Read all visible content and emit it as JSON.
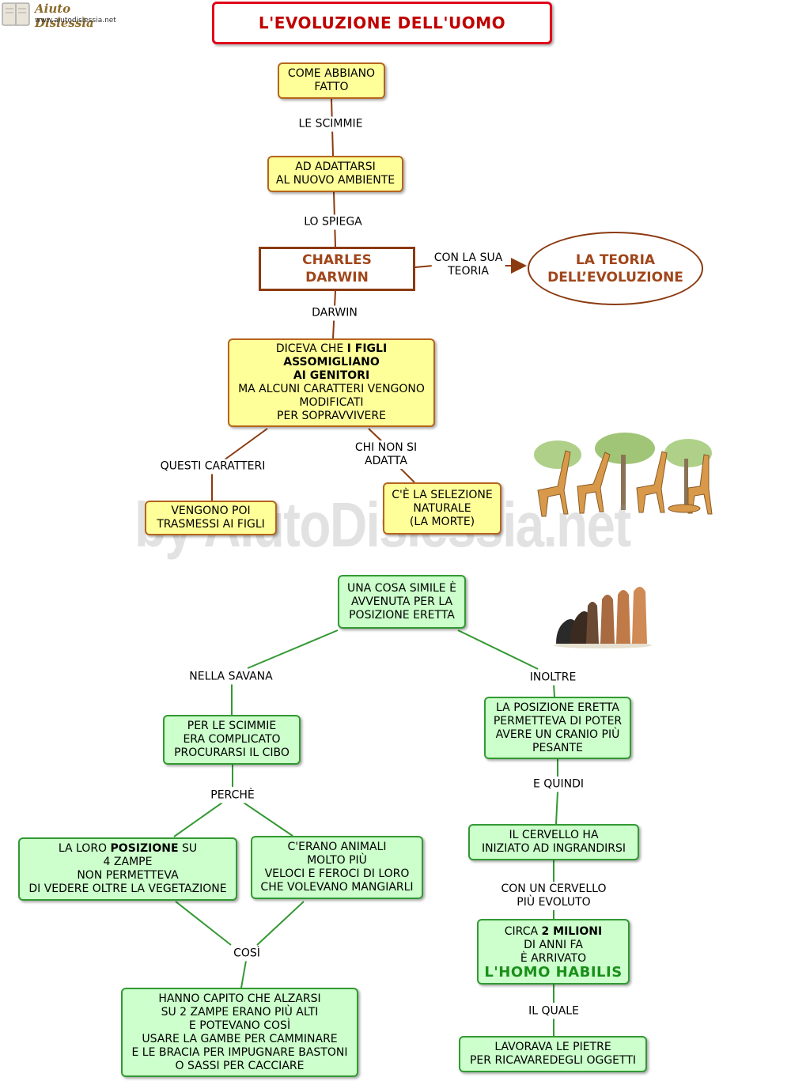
{
  "logo": {
    "title": "Aiuto Dislessia",
    "url": "www.aiutodislessia.net"
  },
  "watermark": "by AiutoDislessia.net",
  "title": "L'EVOLUZIONE DELL'UOMO",
  "colors": {
    "title_border": "#e0001a",
    "yellow_fill": "#ffff99",
    "yellow_border": "#b5651d",
    "green_fill": "#ccffcc",
    "green_border": "#339933",
    "darwin_text": "#a0461a",
    "habilis_text": "#1a8f1a"
  },
  "nodes": {
    "come_abbiano": [
      "COME ABBIANO",
      "FATTO"
    ],
    "adattarsi": [
      "AD ADATTARSI",
      "AL NUOVO AMBIENTE"
    ],
    "darwin": [
      "CHARLES",
      "DARWIN"
    ],
    "teoria": [
      "LA TEORIA",
      "DELL’EVOLUZIONE"
    ],
    "diceva": {
      "line1_plain": "DICEVA CHE ",
      "line1_bold": "I FIGLI",
      "line2_bold": "ASSOMIGLIANO",
      "line3_bold": "AI GENITORI",
      "line4": "MA ALCUNI CARATTERI VENGONO",
      "line5": "MODIFICATI",
      "line6": "PER SOPRAVVIVERE"
    },
    "vengono_poi": [
      "VENGONO POI",
      "TRASMESSI AI FIGLI"
    ],
    "selezione": [
      "C'È LA SELEZIONE",
      "NATURALE",
      "(LA MORTE)"
    ],
    "cosa_simile": [
      "UNA COSA SIMILE È",
      "AVVENUTA PER LA",
      "POSIZIONE ERETTA"
    ],
    "scimmie_cibo": [
      "PER LE SCIMMIE",
      "ERA COMPLICATO",
      "PROCURARSI IL CIBO"
    ],
    "loro_posizione": {
      "line1_plain_a": "LA LORO ",
      "line1_bold": "POSIZIONE",
      "line1_plain_b": " SU",
      "line2": "4 ZAMPE",
      "line3": "NON PERMETTEVA",
      "line4": "DI VEDERE OLTRE LA VEGETAZIONE"
    },
    "animali": [
      "C'ERANO ANIMALI",
      "MOLTO PIÙ",
      "VELOCI E FEROCI DI LORO",
      "CHE VOLEVANO MANGIARLI"
    ],
    "hanno_capito": [
      "HANNO CAPITO CHE ALZARSI",
      "SU 2 ZAMPE ERANO PIÙ ALTI",
      "E POTEVANO COSÌ",
      "USARE LA GAMBE PER CAMMINARE",
      "E LE BRACIA PER IMPUGNARE BASTONI",
      "O SASSI PER CACCIARE"
    ],
    "posizione_eretta": [
      "LA POSIZIONE ERETTA",
      "PERMETTEVA DI POTER",
      "AVERE UN CRANIO PIÙ",
      "PESANTE"
    ],
    "cervello": [
      "IL CERVELLO HA",
      "INIZIATO AD INGRANDIRSI"
    ],
    "habilis": {
      "line1_plain": "CIRCA ",
      "line1_bold": "2 MILIONI",
      "line2": "DI ANNI FA",
      "line3": "È ARRIVATO",
      "line4": "L'HOMO HABILIS"
    },
    "pietre": [
      "LAVORAVA LE PIETRE",
      "PER RICAVAREDEGLI OGGETTI"
    ]
  },
  "links": {
    "le_scimmie": [
      "LE SCIMMIE"
    ],
    "lo_spiega": [
      "LO SPIEGA"
    ],
    "con_la_sua": [
      "CON LA SUA",
      "TEORIA"
    ],
    "darwin": [
      "DARWIN"
    ],
    "questi_caratteri": [
      "QUESTI CARATTERI"
    ],
    "chi_non": [
      "CHI NON SI",
      "ADATTA"
    ],
    "nella_savana": [
      "NELLA SAVANA"
    ],
    "inoltre": [
      "INOLTRE"
    ],
    "perche": [
      "PERCHÈ"
    ],
    "cosi": [
      "COSÌ"
    ],
    "e_quindi": [
      "E QUINDI"
    ],
    "con_un_cervello": [
      "CON UN CERVELLO",
      "PIÙ EVOLUTO"
    ],
    "il_quale": [
      "IL QUALE"
    ]
  },
  "images": {
    "giraffes": "giraffes-illustration",
    "evolution": "human-evolution-illustration"
  }
}
